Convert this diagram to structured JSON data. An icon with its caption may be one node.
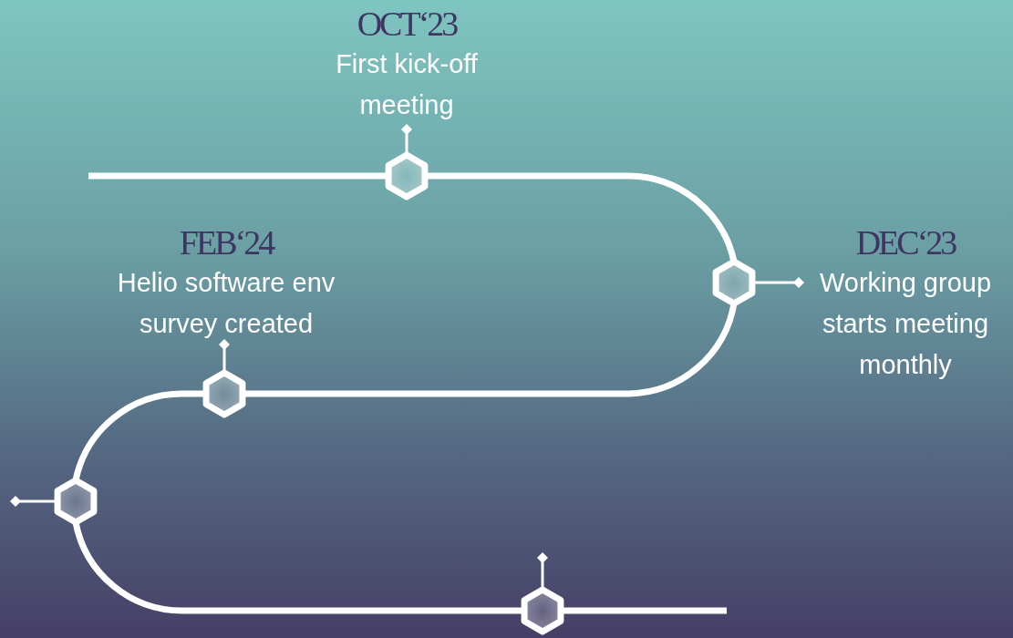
{
  "diagram": {
    "nodes": [
      {
        "text": [
          "OCT‘23",
          "First kick-off meeting"
        ]
      },
      {
        "text": [],
        "shape": "hexagon"
      },
      {
        "text": [
          "DEC‘23",
          "Working group starts meeting monthly"
        ]
      },
      {
        "text": [],
        "shape": "hexagon"
      },
      {
        "text": [
          "FEB‘24",
          "Helio software env survey created"
        ]
      },
      {
        "text": [],
        "shape": "hexagon"
      },
      {
        "text": [],
        "shape": "hexagon"
      },
      {
        "text": [],
        "shape": "hexagon"
      }
    ],
    "edges": [
      {
        "from": null,
        "to": 1,
        "arrow": "none"
      },
      {
        "from": 1,
        "to": 3,
        "arrow": "none"
      },
      {
        "from": 3,
        "to": 5,
        "arrow": "none"
      },
      {
        "from": 5,
        "to": 6,
        "arrow": "none"
      },
      {
        "from": 6,
        "to": 7,
        "arrow": "none"
      },
      {
        "from": 7,
        "to": null,
        "arrow": "none"
      },
      {
        "from": 1,
        "to": 0,
        "arrow": "other"
      },
      {
        "from": 3,
        "to": 2,
        "arrow": "other"
      },
      {
        "from": 5,
        "to": 4,
        "arrow": "other"
      },
      {
        "from": 6,
        "to": null,
        "arrow": "other"
      },
      {
        "from": 7,
        "to": null,
        "arrow": "other"
      }
    ]
  }
}
